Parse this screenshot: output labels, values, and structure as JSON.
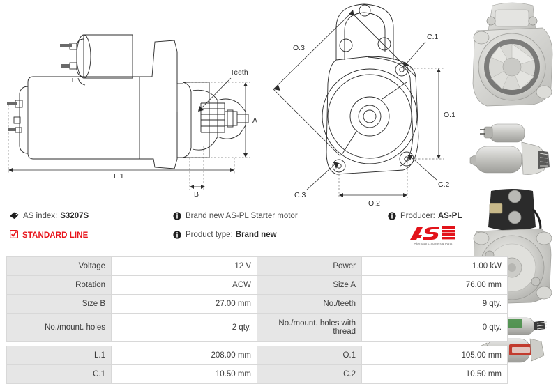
{
  "product": {
    "as_index_label": "AS index:",
    "as_index_value": "S3207S",
    "standard_line": "STANDARD LINE",
    "description": "Brand new AS-PL Starter motor",
    "product_type_label": "Product type:",
    "product_type_value": "Brand new",
    "producer_label": "Producer:",
    "producer_value": "AS-PL",
    "logo_text": "AS",
    "logo_tagline": "Alternators, Starters & Parts",
    "brand_color": "#e8131a"
  },
  "drawings": {
    "side_view": {
      "labels": {
        "teeth": "Teeth",
        "length_l1": "L.1",
        "size_a": "A",
        "size_b": "B"
      }
    },
    "front_view": {
      "labels": {
        "o3": "O.3",
        "o1": "O.1",
        "o2": "O.2",
        "c1": "C.1",
        "c2": "C.2",
        "c3": "C.3"
      }
    }
  },
  "spec_table": {
    "rows": [
      {
        "left_label": "Voltage",
        "left_value": "12 V",
        "right_label": "Power",
        "right_value": "1.00 kW",
        "tall": false
      },
      {
        "left_label": "Rotation",
        "left_value": "ACW",
        "right_label": "Size A",
        "right_value": "76.00 mm",
        "tall": false
      },
      {
        "left_label": "Size B",
        "left_value": "27.00 mm",
        "right_label": "No./teeth",
        "right_value": "9 qty.",
        "tall": false
      },
      {
        "left_label": "No./mount. holes",
        "left_value": "2 qty.",
        "right_label": "No./mount. holes with thread",
        "right_value": "0 qty.",
        "tall": true
      },
      {
        "left_label": "L.1",
        "left_value": "208.00 mm",
        "right_label": "O.1",
        "right_value": "105.00 mm",
        "tall": false
      },
      {
        "left_label": "C.1",
        "left_value": "10.50 mm",
        "right_label": "C.2",
        "right_value": "10.50 mm",
        "tall": false
      }
    ],
    "gap_after_row_index": 3
  },
  "photos": [
    {
      "caption": "starter-motor-drive-end-face-view"
    },
    {
      "caption": "starter-motor-side-profile-view"
    },
    {
      "caption": "starter-motor-solenoid-end-view"
    },
    {
      "caption": "starter-motor-angled-view"
    }
  ]
}
